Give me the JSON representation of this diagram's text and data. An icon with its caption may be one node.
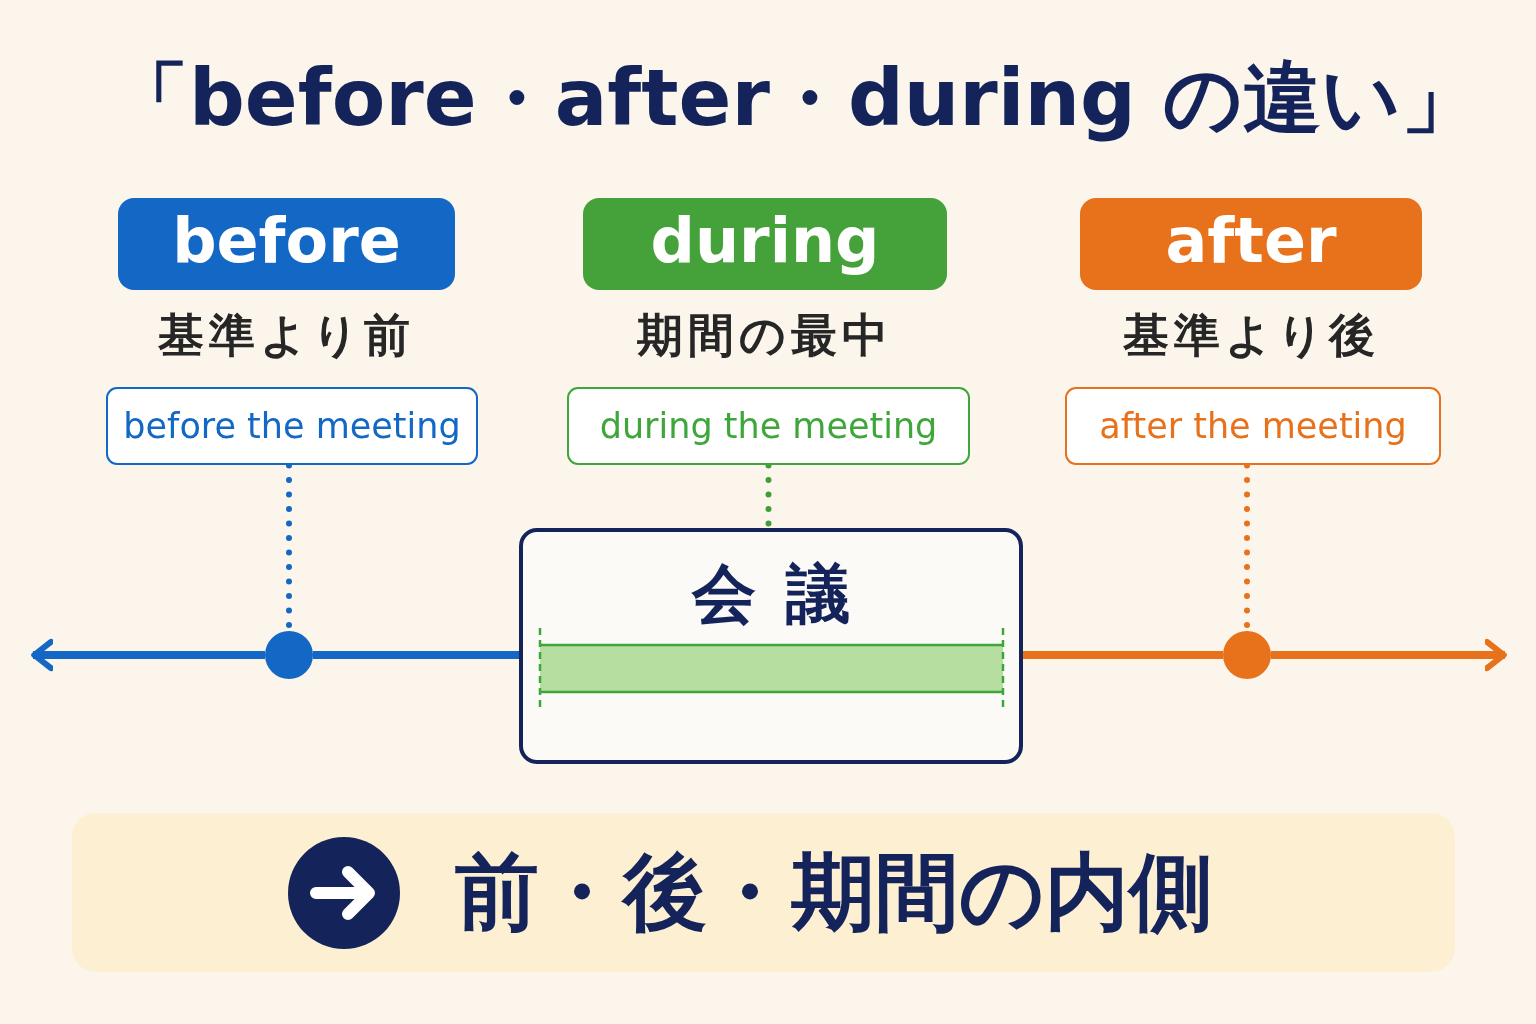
{
  "diagram": {
    "title": "「before・after・during の違い」",
    "nodes": [
      {
        "text": [
          "before"
        ],
        "beside": [
          "基準より前"
        ]
      },
      {
        "text": [
          "before the meeting"
        ]
      },
      {
        "text": [],
        "shape": "circle"
      },
      {
        "text": [
          "during"
        ],
        "beside": [
          "期間の最中"
        ]
      },
      {
        "text": [
          "during the meeting"
        ]
      },
      {
        "text": [
          "after"
        ],
        "beside": [
          "基準より後"
        ]
      },
      {
        "text": [
          "after the meeting"
        ]
      },
      {
        "text": [],
        "shape": "circle"
      },
      {
        "text": [
          "会議"
        ]
      },
      {
        "text": [
          "前・後・期間の内側"
        ]
      }
    ],
    "edges": [
      {
        "from": 1,
        "to": 2,
        "arrow": "none",
        "style": "dashed",
        "color": "#1268c4"
      },
      {
        "from": 2,
        "to": null,
        "arrow": "to",
        "color": "#1268c4"
      },
      {
        "from": 2,
        "to": 8,
        "arrow": "none",
        "color": "#1268c4"
      },
      {
        "from": 4,
        "to": 8,
        "arrow": "none",
        "style": "dashed",
        "color": "#3f9e35"
      },
      {
        "from": 6,
        "to": 7,
        "arrow": "none",
        "style": "dashed",
        "color": "#e8711c"
      },
      {
        "from": 8,
        "to": 7,
        "arrow": "none",
        "color": "#e8711c"
      },
      {
        "from": 7,
        "to": null,
        "arrow": "to",
        "color": "#e8711c"
      }
    ]
  }
}
